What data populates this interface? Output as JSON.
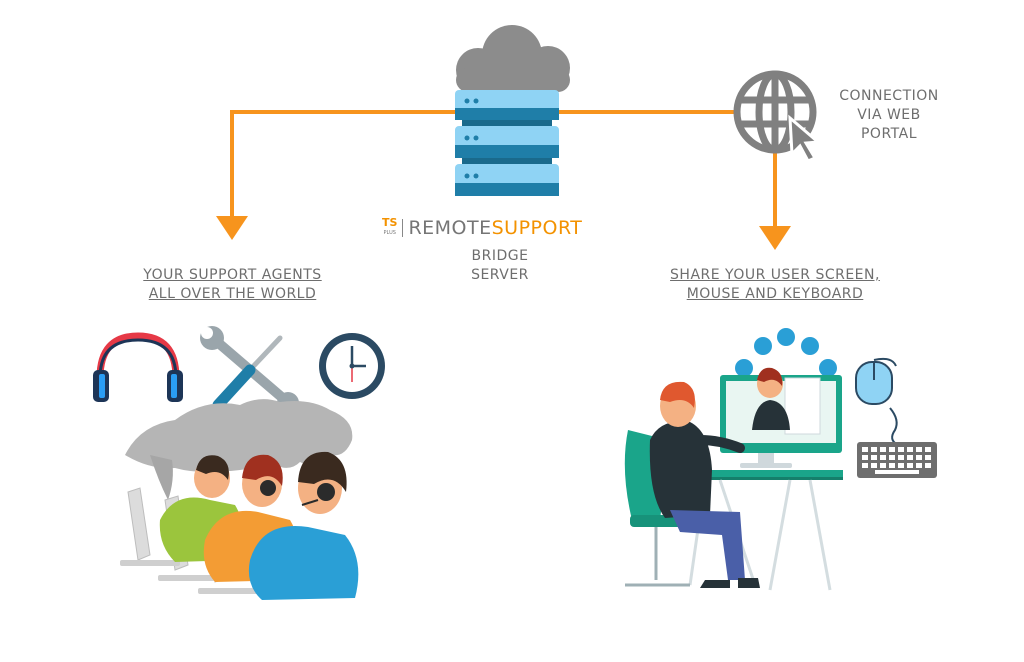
{
  "server": {
    "label_line1": "BRIDGE",
    "label_line2": "SERVER"
  },
  "brand": {
    "badge_top": "TS",
    "badge_bottom": "PLUS",
    "word1": "REMOTE",
    "word2": "SUPPORT"
  },
  "connection": {
    "line1": "CONNECTION",
    "line2": "VIA WEB",
    "line3": "PORTAL"
  },
  "agents": {
    "line1": "YOUR SUPPORT AGENTS",
    "line2": "ALL OVER THE WORLD"
  },
  "share": {
    "line1": "SHARE YOUR USER SCREEN,",
    "line2": "MOUSE AND KEYBOARD"
  },
  "colors": {
    "connector": "#f7941d",
    "cloud": "#8c8c8c",
    "server_light": "#8fd3f4",
    "server_dark": "#1f7ea8",
    "accent_teal": "#1aa58a"
  },
  "icons": [
    "cloud-icon",
    "server-icon",
    "globe-cursor-icon",
    "headphones-icon",
    "tools-icon",
    "clock-icon",
    "mouse-icon",
    "keyboard-icon"
  ]
}
